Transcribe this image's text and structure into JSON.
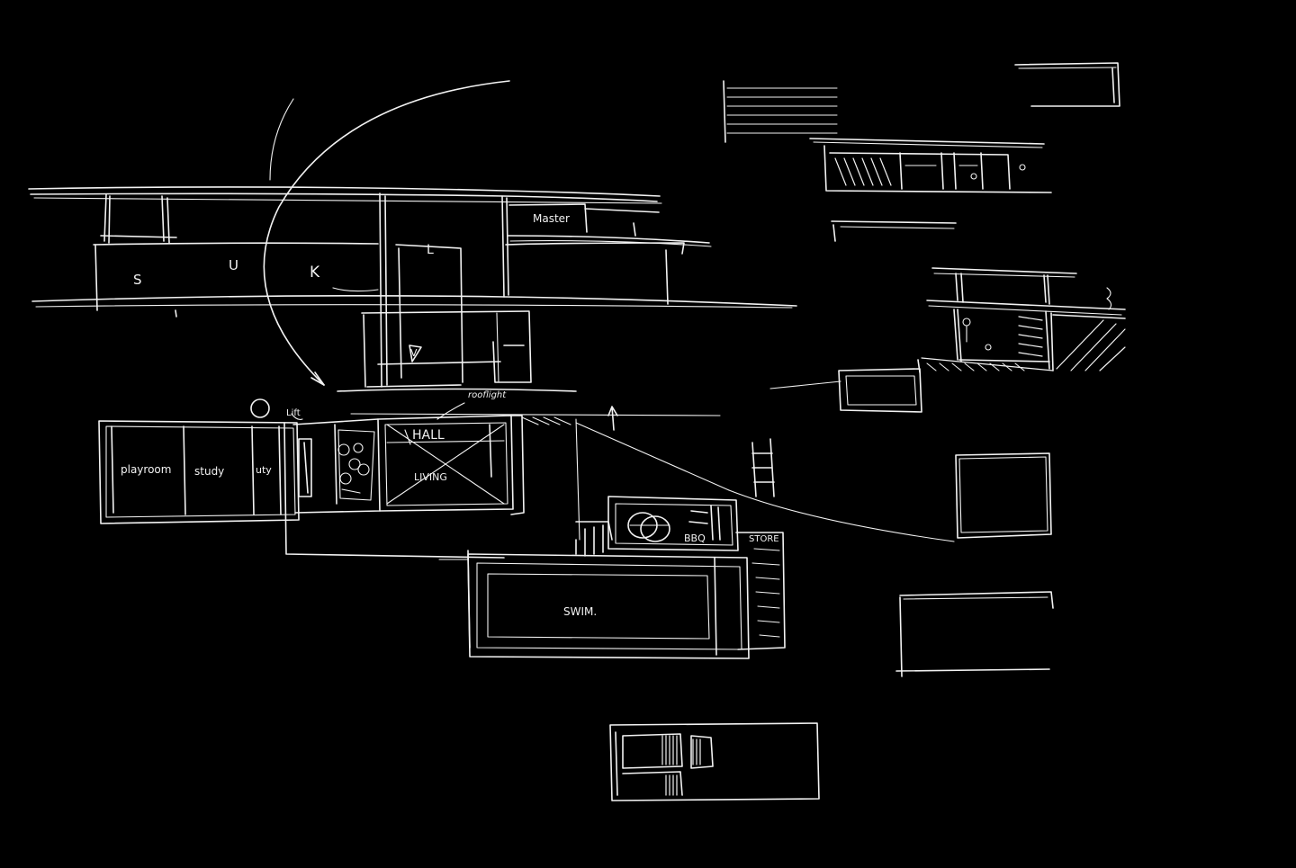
{
  "sketch": {
    "stroke_color": "#f2f2f2",
    "background_color": "#000000",
    "section_labels": {
      "s": "S",
      "u": "U",
      "k": "K",
      "l": "L",
      "master": "Master",
      "v": "V"
    },
    "plan_labels": {
      "lift": "Lift",
      "roof_light": "rooflight",
      "playroom": "playroom",
      "study_1": "study",
      "utility": "uty",
      "hall": "HALL",
      "living": "LIVING",
      "bbq": "BBQ",
      "store": "STORE",
      "swim": "SWIM."
    }
  }
}
